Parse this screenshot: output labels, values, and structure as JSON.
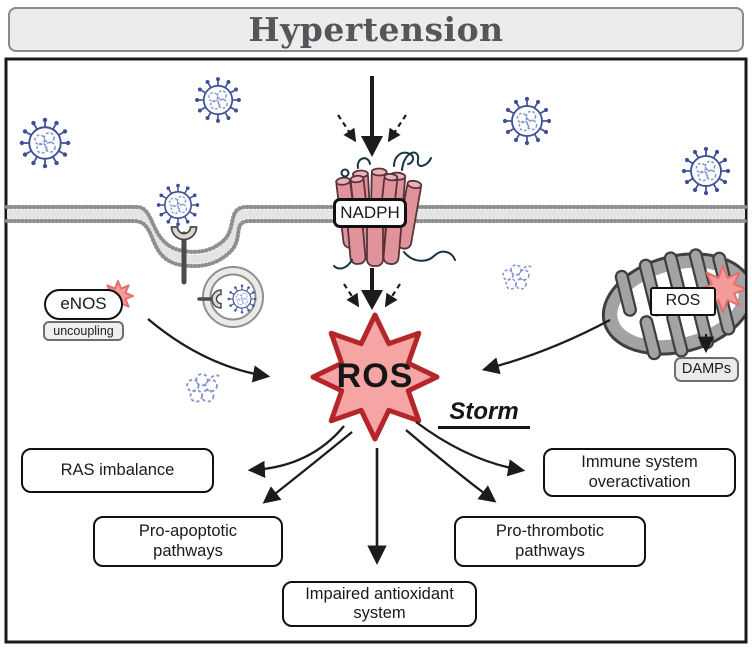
{
  "title": "Hypertension",
  "membrane_complex": {
    "nadph": "NADPH"
  },
  "left_pathway": {
    "enos": "eNOS",
    "uncoupling": "uncoupling"
  },
  "center": {
    "ros": "ROS",
    "storm": "Storm"
  },
  "right_pathway": {
    "mito_ros": "ROS",
    "damps": "DAMPs"
  },
  "outcomes": [
    "RAS imbalance",
    "Pro-apoptotic pathways",
    "Impaired antioxidant system",
    "Pro-thrombotic pathways",
    "Immune system overactivation"
  ],
  "icons": {
    "virus": "coronavirus-icon",
    "rna": "viral-rna-icon",
    "mitochondrion": "mitochondrion-icon",
    "endosome": "endosome-icon",
    "receptor": "receptor-icon",
    "starburst": "ros-burst-icon"
  },
  "colors": {
    "star_fill": "#f4a5a4",
    "star_stroke": "#b3262a",
    "burst_pink": "#f59b99",
    "virus_blue": "#3d4f96",
    "virus_light_blue": "#8295cd",
    "membrane_gray": "#8f8f8f",
    "mito_gray": "#a3a3a3",
    "complex_pink": "#e0939b",
    "frame_border": "#1a1a1a",
    "title_bg": "#ececec",
    "title_text": "#55565a"
  }
}
